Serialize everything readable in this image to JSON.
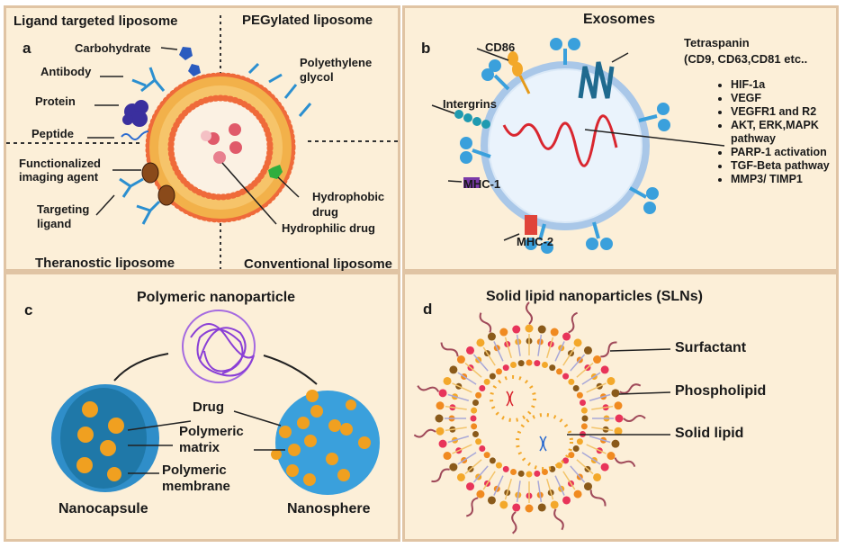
{
  "panel_a": {
    "letter": "a",
    "quadrants": [
      "Ligand targeted liposome",
      "PEGylated liposome",
      "Theranostic liposome",
      "Conventional liposome"
    ],
    "labels": {
      "carbohydrate": "Carbohydrate",
      "antibody": "Antibody",
      "protein": "Protein",
      "peptide": "Peptide",
      "imaging_1": "Functionalized",
      "imaging_2": "imaging agent",
      "targeting_1": "Targeting",
      "targeting_2": "ligand",
      "peg_1": "Polyethylene",
      "peg_2": "glycol",
      "hydrophobic_1": "Hydrophobic",
      "hydrophobic_2": "drug",
      "hydrophilic": "Hydrophilic drug"
    }
  },
  "panel_b": {
    "letter": "b",
    "title": "Exosomes",
    "labels": {
      "cd86": "CD86",
      "tetraspanin_1": "Tetraspanin",
      "tetraspanin_2": "(CD9, CD63,CD81 etc..",
      "integrins": "Intergrins",
      "mhc1": "MHC-1",
      "mhc2": "MHC-2"
    },
    "cargo": [
      "HIF-1a",
      "VEGF",
      "VEGFR1 and R2",
      "AKT, ERK,MAPK pathway",
      "PARP-1 activation",
      "TGF-Beta pathway",
      "MMP3/ TIMP1"
    ]
  },
  "panel_c": {
    "letter": "c",
    "title": "Polymeric nanoparticle",
    "labels": {
      "drug": "Drug",
      "matrix_1": "Polymeric",
      "matrix_2": "matrix",
      "membrane_1": "Polymeric",
      "membrane_2": "membrane",
      "nanocapsule": "Nanocapsule",
      "nanosphere": "Nanosphere"
    }
  },
  "panel_d": {
    "letter": "d",
    "title": "Solid lipid nanoparticles (SLNs)",
    "labels": {
      "surfactant": "Surfactant",
      "phospholipid": "Phospholipid",
      "solid_lipid": "Solid lipid"
    }
  },
  "colors": {
    "panel_bg": "#fcefd8",
    "border": "#e0c4a4",
    "lipid_head": "#ef6a3a",
    "lipid_tail": "#f6b545",
    "antibody": "#2b8fd0",
    "exosome": "#cfe3f6",
    "rna": "#d9262f",
    "polymer": "#8a3fd6",
    "nanoparticle": "#2f8ec9",
    "drug_bead": "#f0a020"
  }
}
